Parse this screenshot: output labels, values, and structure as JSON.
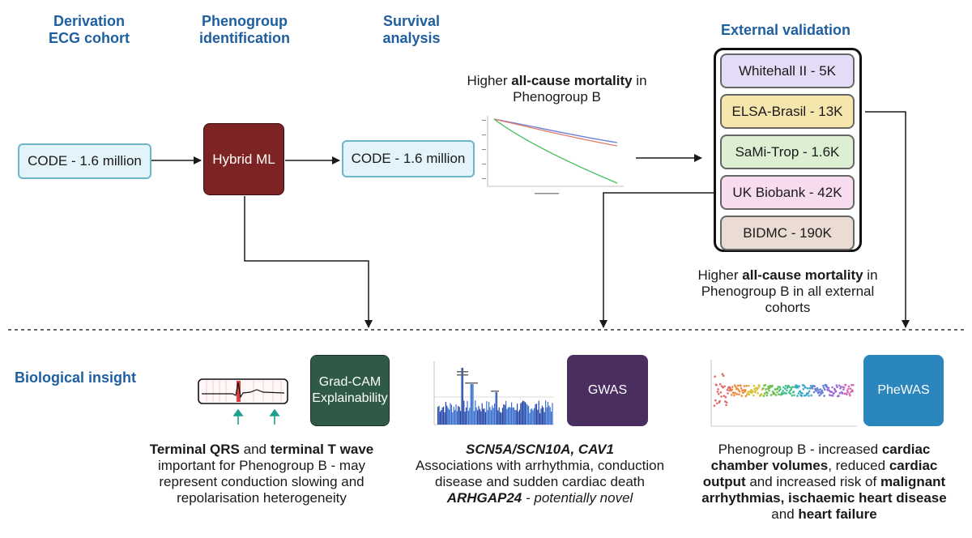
{
  "headers": {
    "derivation": "Derivation\nECG cohort",
    "phenogroup": "Phenogroup\nidentification",
    "survival": "Survival\nanalysis",
    "external": "External validation",
    "bio": "Biological insight"
  },
  "nodes": {
    "code1": "CODE - 1.6 million",
    "hybrid_ml": "Hybrid ML",
    "code2": "CODE - 1.6 million"
  },
  "survival_caption": {
    "pre": "Higher ",
    "bold": "all-cause mortality",
    "post": " in Phenogroup B"
  },
  "validation_cohorts": [
    {
      "label": "Whitehall II - 5K",
      "color": "#e4dcf6"
    },
    {
      "label": "ELSA-Brasil - 13K",
      "color": "#f5e6ae"
    },
    {
      "label": "SaMi-Trop - 1.6K",
      "color": "#dcefd3"
    },
    {
      "label": "UK Biobank - 42K",
      "color": "#f6dcee"
    },
    {
      "label": "BIDMC - 190K",
      "color": "#eadbd3"
    }
  ],
  "validation_caption": {
    "pre": "Higher ",
    "bold": "all-cause mortality",
    "post": " in Phenogroup B in all external cohorts"
  },
  "tools": [
    {
      "label": "Grad-CAM Explainability",
      "color": "#2f5a45"
    },
    {
      "label": "GWAS",
      "color": "#4b2e60"
    },
    {
      "label": "PheWAS",
      "color": "#2a86bd"
    }
  ],
  "insight_gradcam": {
    "b1": "Terminal QRS",
    "t1": " and ",
    "b2": "terminal T wave",
    "t2": " important for Phenogroup B - may represent conduction slowing and repolarisation heterogeneity"
  },
  "insight_gwas": {
    "genes": "SCN5A/SCN10A, CAV1",
    "assoc": "Associations with arrhythmia, conduction disease and sudden cardiac death",
    "novel_gene": "ARHGAP24",
    "novel_text": " - potentially novel"
  },
  "insight_phewas": {
    "t1": "Phenogroup B - increased ",
    "b1": "cardiac chamber volumes",
    "t2": ", reduced ",
    "b2": "cardiac output",
    "t3": " and increased risk of ",
    "b3": "malignant arrhythmias, ischaemic heart disease",
    "t4": " and ",
    "b4": "heart failure"
  },
  "colors": {
    "header": "#1f5fa0",
    "km_blue": "#6b7fd6",
    "km_red": "#e07a6a",
    "km_green": "#3fbf5a",
    "manhattan": "#2548a8",
    "ecg_highlight": "#d32020",
    "arrow_teal": "#1f9e8e"
  }
}
